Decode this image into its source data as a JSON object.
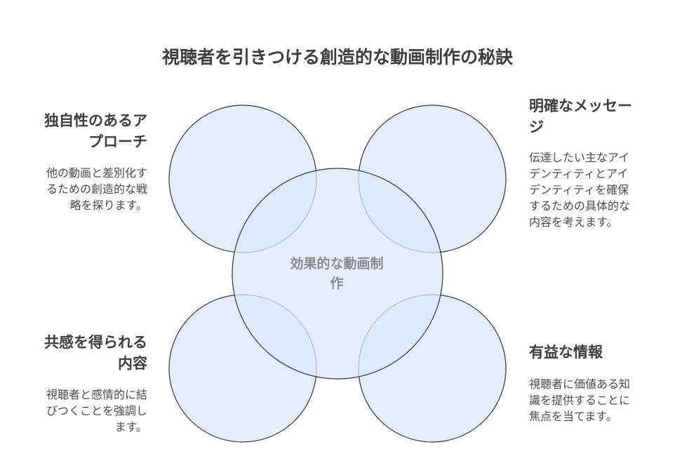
{
  "title": "視聴者を引きつける創造的な動画制作の秘訣",
  "center_label": [
    "効果的な動画制",
    "作"
  ],
  "colors": {
    "circle_fill": "#dbe7fd",
    "circle_stroke": "#333333"
  },
  "sections": {
    "top_left": {
      "heading": [
        "独自性のあるア",
        "プローチ"
      ],
      "description": [
        "他の動画と差別化す",
        "るための創造的な戦",
        "略を探ります。"
      ]
    },
    "top_right": {
      "heading": [
        "明確なメッセー",
        "ジ"
      ],
      "description": [
        "伝達したい主なアイ",
        "デンティティとアイ",
        "デンティティを確保",
        "するための具体的な",
        "内容を考えます。"
      ]
    },
    "bottom_left": {
      "heading": [
        "共感を得られる",
        "内容"
      ],
      "description": [
        "視聴者と感情的に結",
        "びつくことを強調し",
        "ます。"
      ]
    },
    "bottom_right": {
      "heading": [
        "有益な情報"
      ],
      "description": [
        "視聴者に価値ある知",
        "識を提供することに",
        "焦点を当てます。"
      ]
    }
  }
}
